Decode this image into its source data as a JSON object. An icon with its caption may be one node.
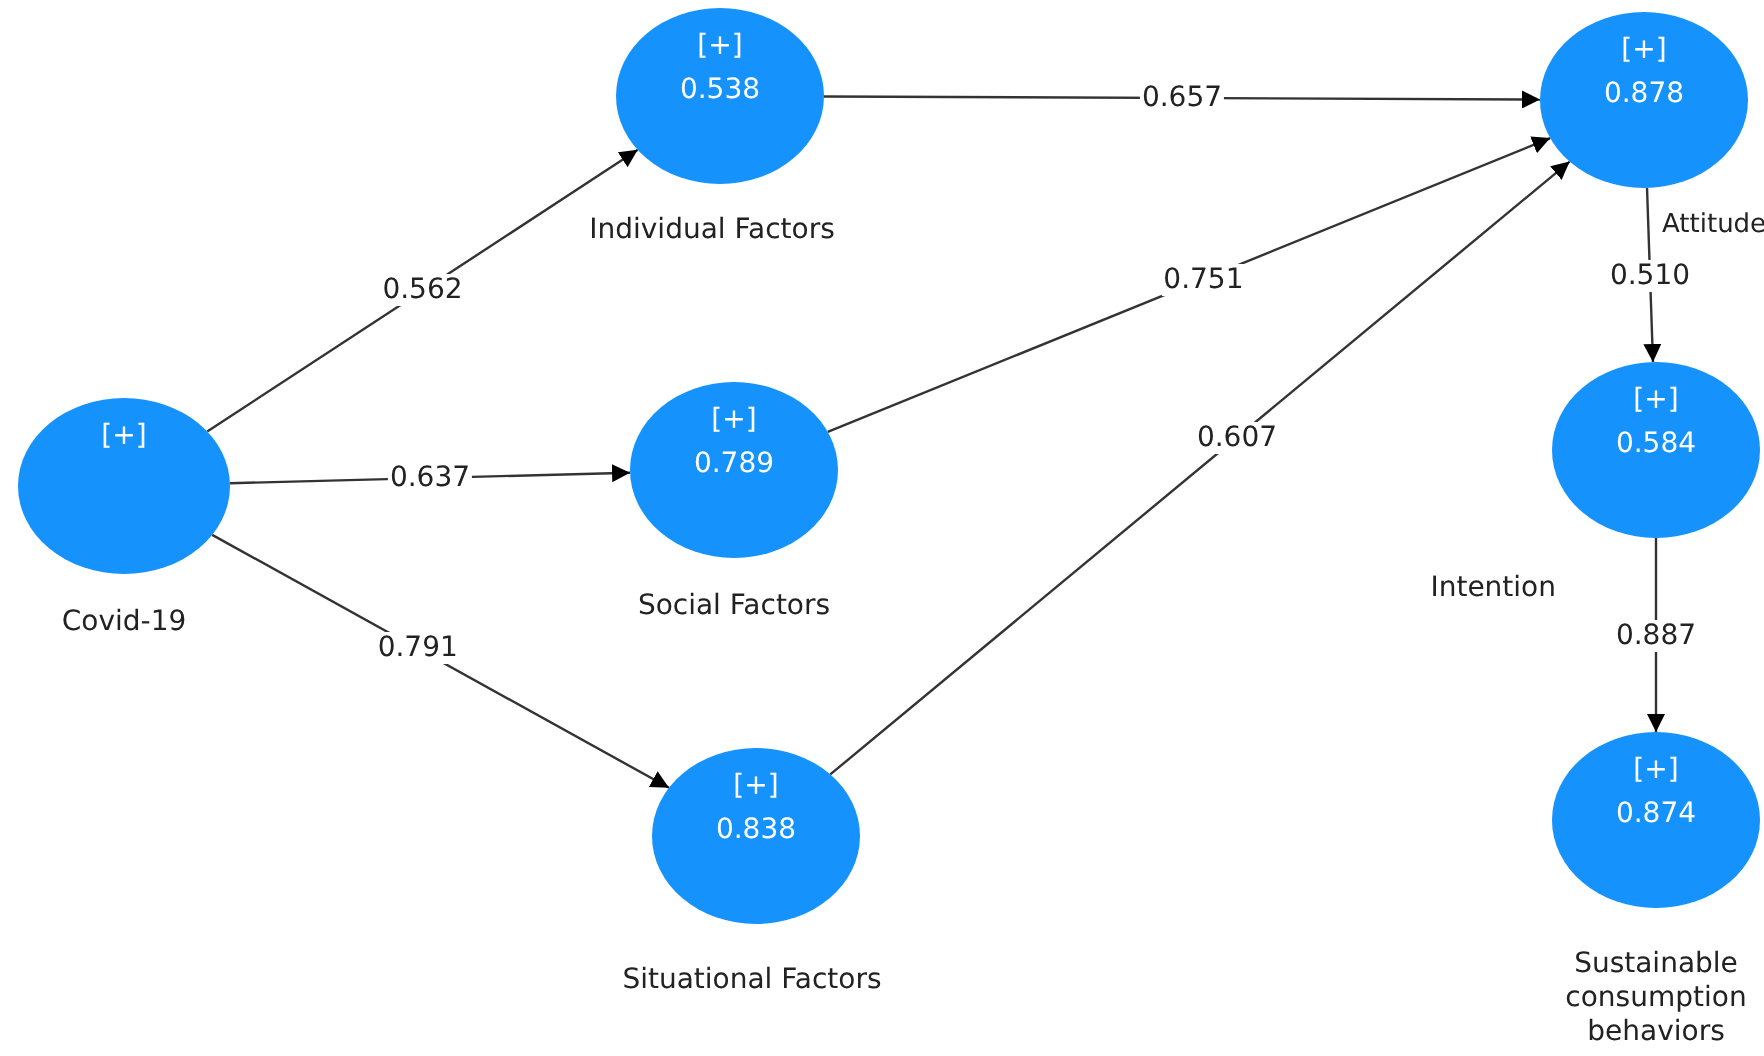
{
  "diagram": {
    "nodes": [
      {
        "text": [
          "[+]"
        ],
        "beside": [
          "Covid-19"
        ]
      },
      {
        "text": [
          "[+]",
          "0.538"
        ],
        "beside": [
          "Individual Factors"
        ]
      },
      {
        "text": [
          "[+]",
          "0.789"
        ],
        "beside": [
          "Social Factors"
        ]
      },
      {
        "text": [
          "[+]",
          "0.838"
        ],
        "beside": [
          "Situational Factors"
        ]
      },
      {
        "text": [
          "[+]",
          "0.878"
        ],
        "beside": [
          "Attitude"
        ]
      },
      {
        "text": [
          "[+]",
          "0.584"
        ],
        "beside": [
          "Intention"
        ]
      },
      {
        "text": [
          "[+]",
          "0.874"
        ],
        "beside": [
          "Sustainable consumption behaviors"
        ]
      }
    ],
    "edges": [
      {
        "from": 0,
        "to": 1,
        "arrow": "to",
        "label": "0.562"
      },
      {
        "from": 0,
        "to": 2,
        "arrow": "to",
        "label": "0.637"
      },
      {
        "from": 0,
        "to": 3,
        "arrow": "to",
        "label": "0.791"
      },
      {
        "from": 1,
        "to": 4,
        "arrow": "to",
        "label": "0.657"
      },
      {
        "from": 2,
        "to": 4,
        "arrow": "to",
        "label": "0.751"
      },
      {
        "from": 3,
        "to": 4,
        "arrow": "to",
        "label": "0.607"
      },
      {
        "from": 4,
        "to": 5,
        "arrow": "to",
        "label": "0.510"
      },
      {
        "from": 5,
        "to": 6,
        "arrow": "to",
        "label": "0.887"
      }
    ]
  }
}
